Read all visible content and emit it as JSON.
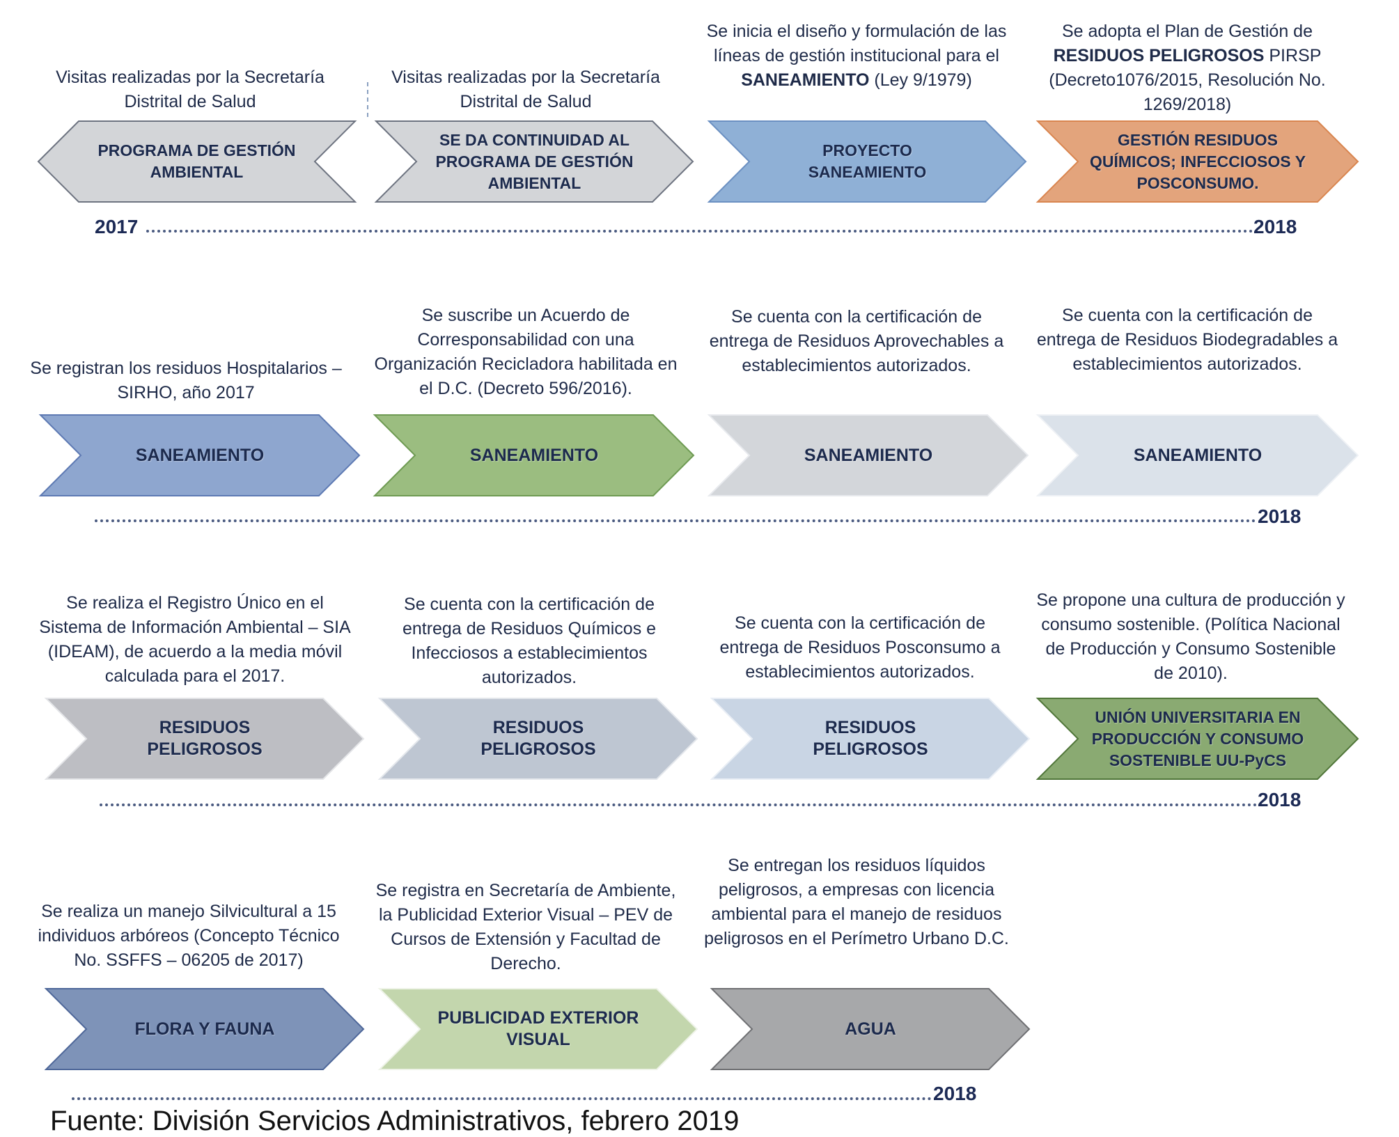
{
  "rows": [
    {
      "items": [
        {
          "desc": "Visitas realizadas por la Secretaría Distrital de Salud",
          "label": "PROGRAMA DE GESTIÓN AMBIENTAL",
          "fill": "#d3d5d8"
        },
        {
          "desc": "Visitas realizadas por la Secretaría Distrital de Salud",
          "label": "SE DA CONTINUIDAD AL PROGRAMA DE GESTIÓN AMBIENTAL",
          "fill": "#d3d5d8"
        },
        {
          "desc_parts": [
            "Se inicia el diseño y formulación de las líneas de gestión institucional para el ",
            "SANEAMIENTO",
            " (Ley 9/1979)"
          ],
          "label": "PROYECTO SANEAMIENTO",
          "fill": "#8fb0d6"
        },
        {
          "desc_parts": [
            "Se adopta el Plan de Gestión de ",
            "RESIDUOS PELIGROSOS",
            " PIRSP (Decreto1076/2015, Resolución No. 1269/2018)"
          ],
          "label": "GESTIÓN RESIDUOS QUÍMICOS; INFECCIOSOS Y POSCONSUMO.",
          "fill": "#e3a47c"
        }
      ],
      "year_start": "2017",
      "year_end": "2018"
    },
    {
      "items": [
        {
          "desc": "Se registran los residuos Hospitalarios – SIRHO, año 2017",
          "label": "SANEAMIENTO",
          "fill": "#8ea6cf"
        },
        {
          "desc": "Se suscribe un Acuerdo de Corresponsabilidad con una Organización Recicladora habilitada en el D.C. (Decreto 596/2016).",
          "label": "SANEAMIENTO",
          "fill": "#9bbd80"
        },
        {
          "desc": "Se cuenta con la certificación de entrega de Residuos Aprovechables a establecimientos autorizados.",
          "label": "SANEAMIENTO",
          "fill": "#d3d6da"
        },
        {
          "desc": "Se cuenta con la certificación de entrega de Residuos Biodegradables a establecimientos autorizados.",
          "label": "SANEAMIENTO",
          "fill": "#dbe2ea"
        }
      ],
      "year_end": "2018"
    },
    {
      "items": [
        {
          "desc": "Se realiza el Registro Único en el Sistema de Información Ambiental – SIA (IDEAM), de acuerdo a la media móvil calculada para el 2017.",
          "label": "RESIDUOS PELIGROSOS",
          "fill": "#bdbec3"
        },
        {
          "desc": "Se cuenta con la certificación de entrega de Residuos Químicos e Infecciosos a establecimientos autorizados.",
          "label": "RESIDUOS PELIGROSOS",
          "fill": "#bec6d2"
        },
        {
          "desc": "Se cuenta con la certificación de entrega de Residuos Posconsumo a establecimientos autorizados.",
          "label": "RESIDUOS PELIGROSOS",
          "fill": "#c9d5e4"
        },
        {
          "desc": "Se propone una cultura de producción y consumo sostenible. (Política Nacional de Producción y Consumo Sostenible de 2010).",
          "label": "UNIÓN UNIVERSITARIA EN PRODUCCIÓN Y CONSUMO SOSTENIBLE UU-PyCS",
          "fill": "#8aaa72"
        }
      ],
      "year_end": "2018"
    },
    {
      "items": [
        {
          "desc": "Se realiza un manejo Silvicultural a 15 individuos arbóreos (Concepto Técnico No. SSFFS – 06205 de 2017)",
          "label": "FLORA Y FAUNA",
          "fill": "#7e93b8"
        },
        {
          "desc": "Se registra en Secretaría de Ambiente, la Publicidad Exterior Visual – PEV de Cursos de Extensión y Facultad de Derecho.",
          "label": "PUBLICIDAD EXTERIOR VISUAL",
          "fill": "#c3d6ad"
        },
        {
          "desc": "Se entregan los residuos líquidos peligrosos, a empresas con licencia ambiental para el manejo de residuos peligrosos en el Perímetro Urbano D.C.",
          "label": "AGUA",
          "fill": "#a7a8aa"
        }
      ],
      "year_end": "2018"
    }
  ],
  "source": "Fuente: División Servicios Administrativos, febrero 2019"
}
